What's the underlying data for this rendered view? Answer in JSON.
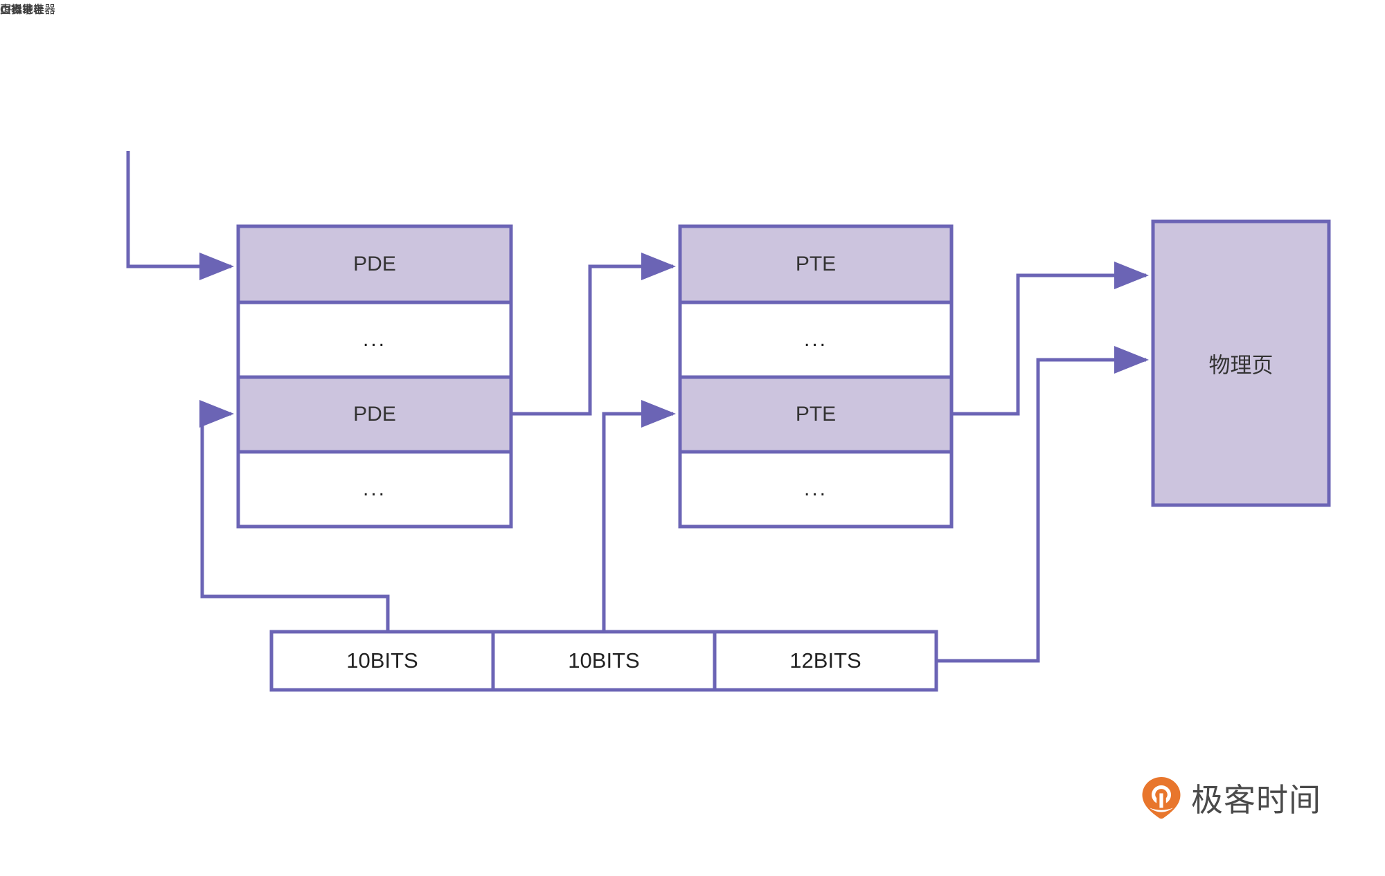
{
  "diagram": {
    "title_cr3": "CR3寄存器",
    "label_page_directory_table": "页目录表",
    "label_page_table": "页表",
    "label_virtual_address": "虚拟地址",
    "label_physical_page": "物理页",
    "colors": {
      "stroke": "#6B64B5",
      "fill_highlight": "#CCC4DE",
      "fill_plain": "#FFFFFF",
      "text": "#333333",
      "brand_orange": "#E8762C",
      "brand_gray": "#4A4A4A"
    },
    "page_directory_table": {
      "rows": [
        {
          "label": "PDE",
          "kind": "entry"
        },
        {
          "label": "...",
          "kind": "ellipsis"
        },
        {
          "label": "PDE",
          "kind": "entry"
        },
        {
          "label": "...",
          "kind": "ellipsis"
        }
      ]
    },
    "page_table": {
      "rows": [
        {
          "label": "PTE",
          "kind": "entry"
        },
        {
          "label": "...",
          "kind": "ellipsis"
        },
        {
          "label": "PTE",
          "kind": "entry"
        },
        {
          "label": "...",
          "kind": "ellipsis"
        }
      ]
    },
    "virtual_address": {
      "fields": [
        {
          "label": "10BITS"
        },
        {
          "label": "10BITS"
        },
        {
          "label": "12BITS"
        }
      ]
    }
  },
  "brand": {
    "name": "极客时间",
    "icon": "geektime-pin-icon"
  }
}
